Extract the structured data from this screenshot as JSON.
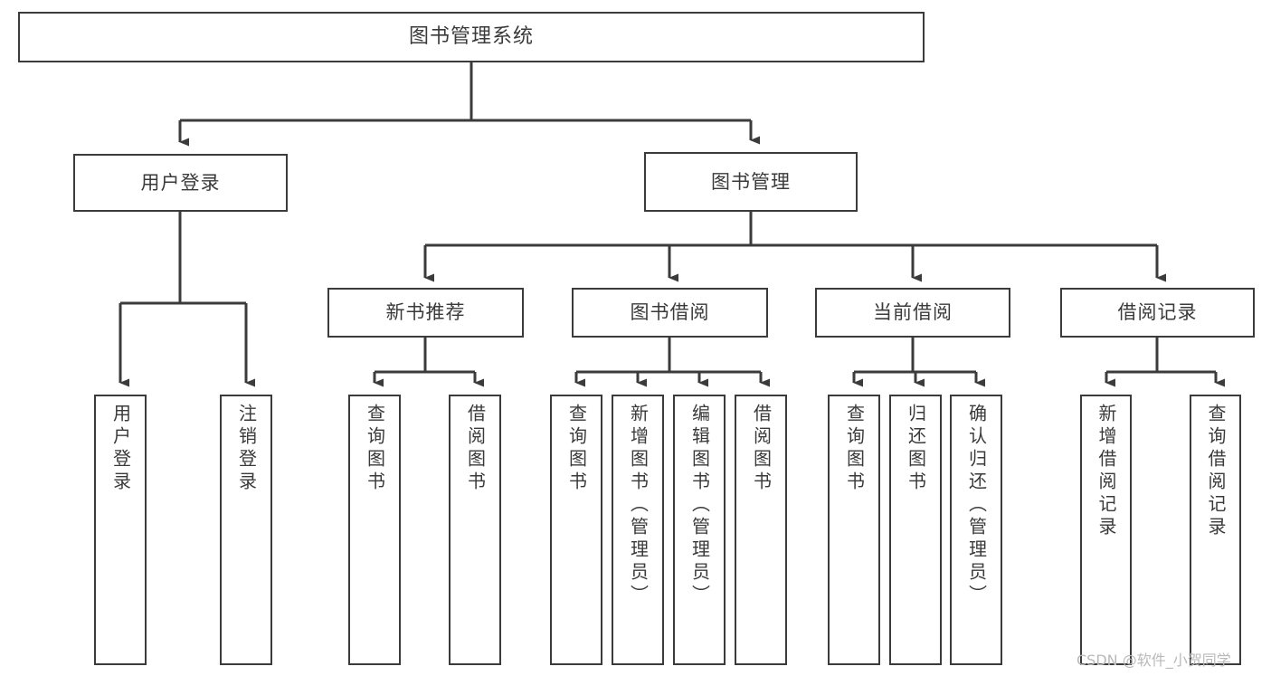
{
  "diagram": {
    "title": "图书管理系统",
    "type": "tree",
    "colors": {
      "background": "#ffffff",
      "node_border": "#3b3b3b",
      "node_fill": "#ffffff",
      "text": "#3a3a3a",
      "edge": "#3b3b3b",
      "watermark": "#b9b9b9"
    },
    "nodes": {
      "root": {
        "label": "图书管理系统",
        "level": 0
      },
      "level1": [
        {
          "id": "user-login",
          "label": "用户登录"
        },
        {
          "id": "book-manage",
          "label": "图书管理"
        }
      ],
      "level2": [
        {
          "id": "new-book-rec",
          "label": "新书推荐",
          "parent": "book-manage"
        },
        {
          "id": "book-borrow",
          "label": "图书借阅",
          "parent": "book-manage"
        },
        {
          "id": "current-borrow",
          "label": "当前借阅",
          "parent": "book-manage"
        },
        {
          "id": "borrow-record",
          "label": "借阅记录",
          "parent": "book-manage"
        }
      ],
      "leaves": [
        {
          "id": "leaf-user-login",
          "label": "用户登录",
          "parent": "user-login"
        },
        {
          "id": "leaf-logout-login",
          "label": "注销登录",
          "parent": "user-login"
        },
        {
          "id": "leaf-query-book-1",
          "label": "查询图书",
          "parent": "new-book-rec"
        },
        {
          "id": "leaf-borrow-book-1",
          "label": "借阅图书",
          "parent": "new-book-rec"
        },
        {
          "id": "leaf-query-book-2",
          "label": "查询图书",
          "parent": "book-borrow"
        },
        {
          "id": "leaf-add-book",
          "label": "新增图书（管理员）",
          "parent": "book-borrow"
        },
        {
          "id": "leaf-edit-book",
          "label": "编辑图书（管理员）",
          "parent": "book-borrow"
        },
        {
          "id": "leaf-borrow-book-2",
          "label": "借阅图书",
          "parent": "book-borrow"
        },
        {
          "id": "leaf-query-book-3",
          "label": "查询图书",
          "parent": "current-borrow"
        },
        {
          "id": "leaf-return-book",
          "label": "归还图书",
          "parent": "current-borrow"
        },
        {
          "id": "leaf-confirm-return",
          "label": "确认归还（管理员）",
          "parent": "current-borrow"
        },
        {
          "id": "leaf-add-record",
          "label": "新增借阅记录",
          "parent": "borrow-record"
        },
        {
          "id": "leaf-query-record",
          "label": "查询借阅记录",
          "parent": "borrow-record"
        }
      ]
    },
    "watermark": "CSDN @软件_小贺同学"
  }
}
